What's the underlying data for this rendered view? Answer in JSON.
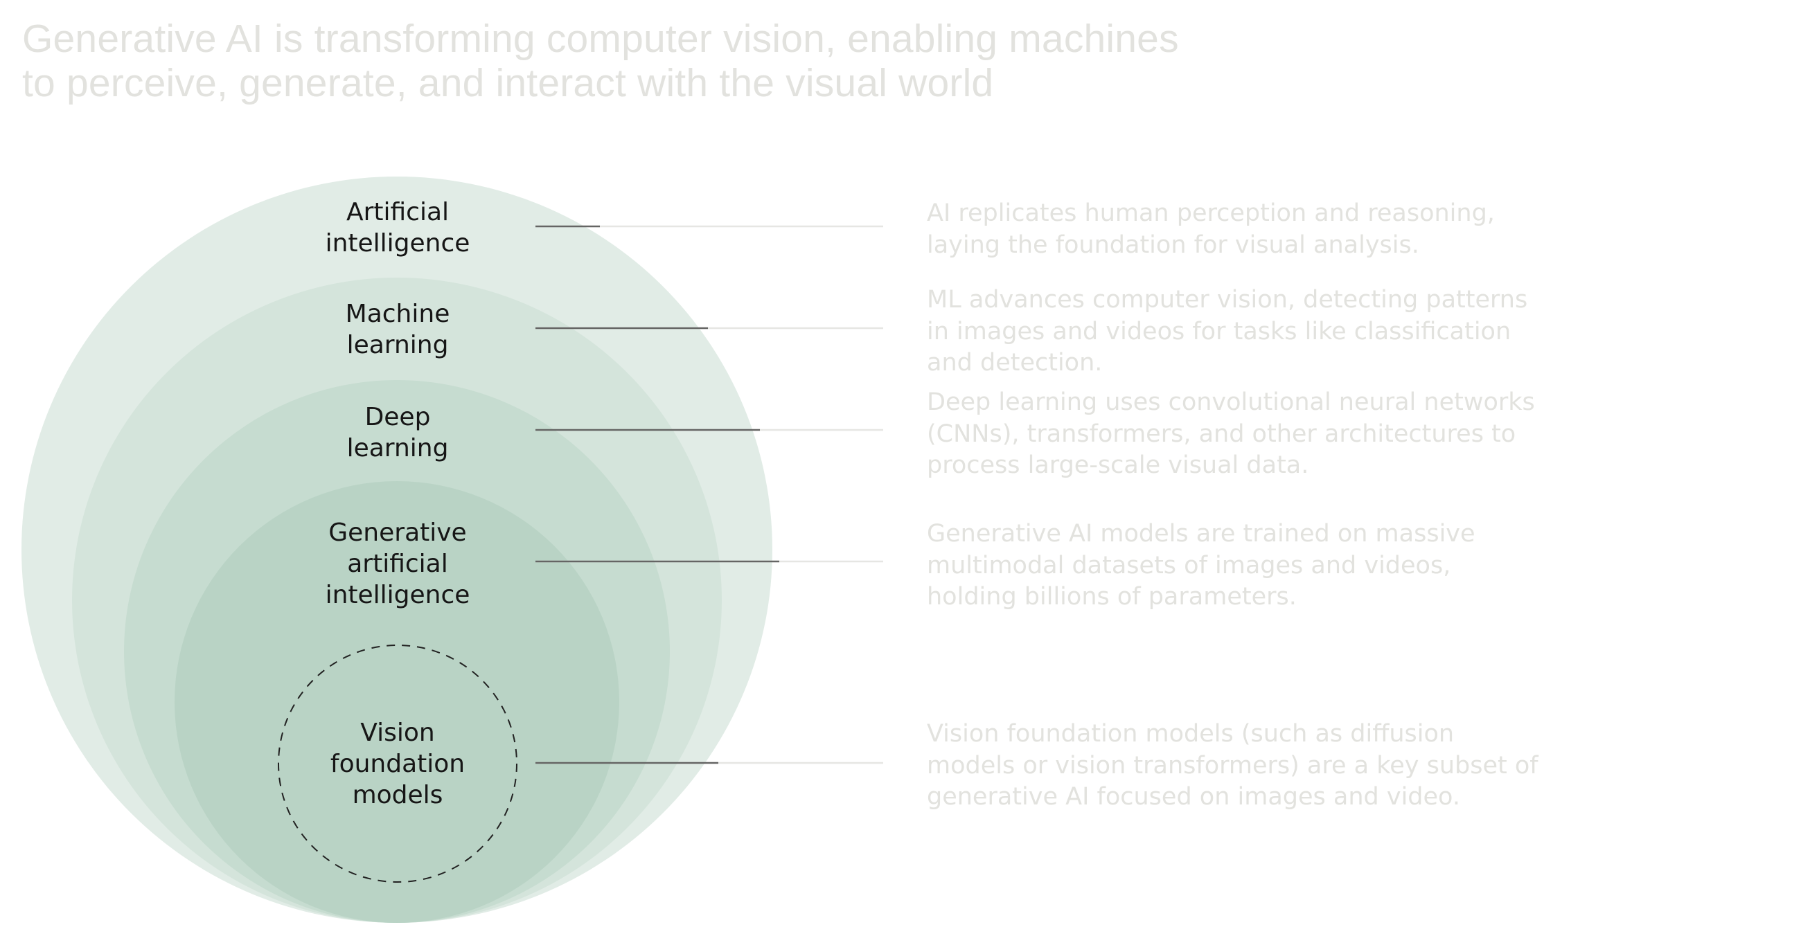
{
  "title": {
    "lines": [
      "Generative AI is transforming computer vision, enabling machines",
      "to perceive, generate, and interact with the visual world"
    ]
  },
  "colors": {
    "layer_1": "#e1ece6",
    "layer_2": "#d4e4db",
    "layer_3": "#c6dcd0",
    "layer_4": "#b9d3c5",
    "label_text": "#161616",
    "muted_text": "#e2e2de",
    "leader_dark": "#3a3a3a",
    "leader_light": "#e6e6e3",
    "dashed_outline": "#222222"
  },
  "layers": [
    {
      "id": "ai",
      "label_lines": [
        "Artificial",
        "intelligence"
      ],
      "description_lines": [
        "AI replicates human perception and reasoning,",
        "laying the foundation for visual analysis."
      ]
    },
    {
      "id": "ml",
      "label_lines": [
        "Machine",
        "learning"
      ],
      "description_lines": [
        "ML advances computer vision, detecting patterns",
        "in images and videos for tasks like classification",
        "and detection."
      ]
    },
    {
      "id": "dl",
      "label_lines": [
        "Deep",
        "learning"
      ],
      "description_lines": [
        "Deep learning uses convolutional neural networks",
        "(CNNs), transformers, and other architectures to",
        "process large-scale visual data."
      ]
    },
    {
      "id": "genai",
      "label_lines": [
        "Generative",
        "artificial",
        "intelligence"
      ],
      "description_lines": [
        "Generative AI models are trained on massive",
        "multimodal datasets of images and videos,",
        "holding billions of parameters."
      ]
    },
    {
      "id": "vfm",
      "label_lines": [
        "Vision",
        "foundation",
        "models"
      ],
      "description_lines": [
        "Vision foundation models (such as diffusion",
        "models or vision transformers) are a key subset of",
        "generative AI focused on images and video."
      ]
    }
  ]
}
